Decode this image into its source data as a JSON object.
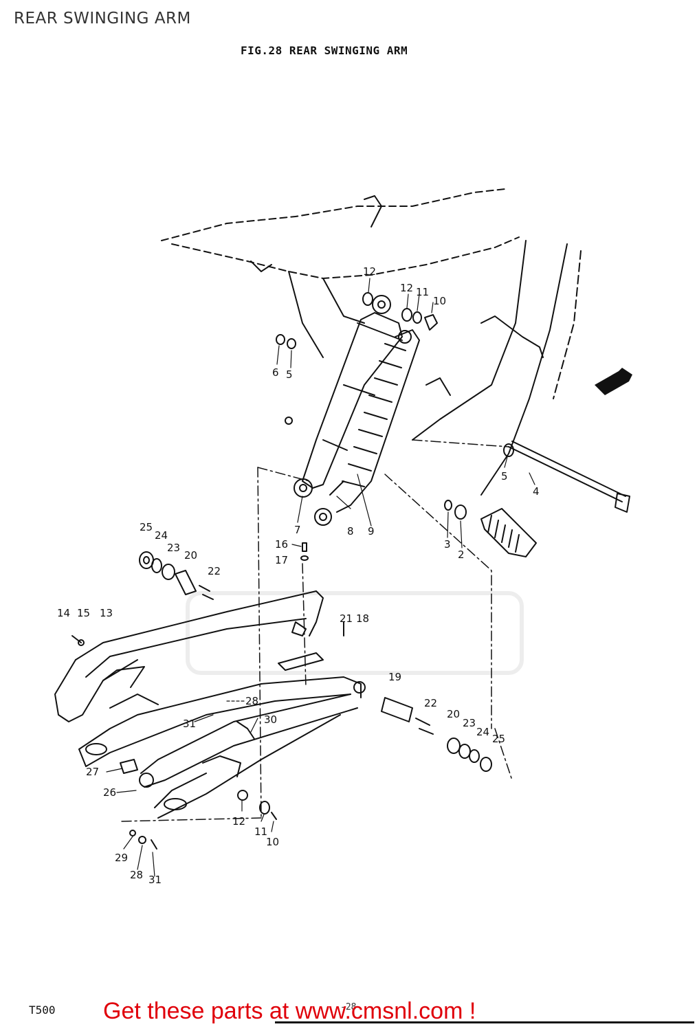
{
  "header": {
    "title": "REAR SWINGING ARM"
  },
  "figure": {
    "title": "FIG.28  REAR SWINGING ARM"
  },
  "labels": {
    "l2": "2",
    "l3": "3",
    "l4": "4",
    "l5a": "5",
    "l5b": "5",
    "l6": "6",
    "l7": "7",
    "l8": "8",
    "l9": "9",
    "l10a": "10",
    "l10b": "10",
    "l11a": "11",
    "l11b": "11",
    "l12a": "12",
    "l12b": "12",
    "l12c": "12",
    "l13": "13",
    "l14": "14",
    "l15": "15",
    "l16": "16",
    "l17": "17",
    "l18": "18",
    "l19": "19",
    "l20a": "20",
    "l20b": "20",
    "l21": "21",
    "l22a": "22",
    "l22b": "22",
    "l23a": "23",
    "l23b": "23",
    "l24a": "24",
    "l24b": "24",
    "l25a": "25",
    "l25b": "25",
    "l26": "26",
    "l27": "27",
    "l28a": "28",
    "l28b": "28",
    "l29": "29",
    "l30": "30",
    "l31a": "31",
    "l31b": "31"
  },
  "footer": {
    "model": "T500",
    "page": "-28-",
    "cta": "Get these parts at www.cmsnl.com !"
  },
  "colors": {
    "cta": "#e0000a",
    "line": "#111111",
    "watermark": "#e6e6e6"
  }
}
